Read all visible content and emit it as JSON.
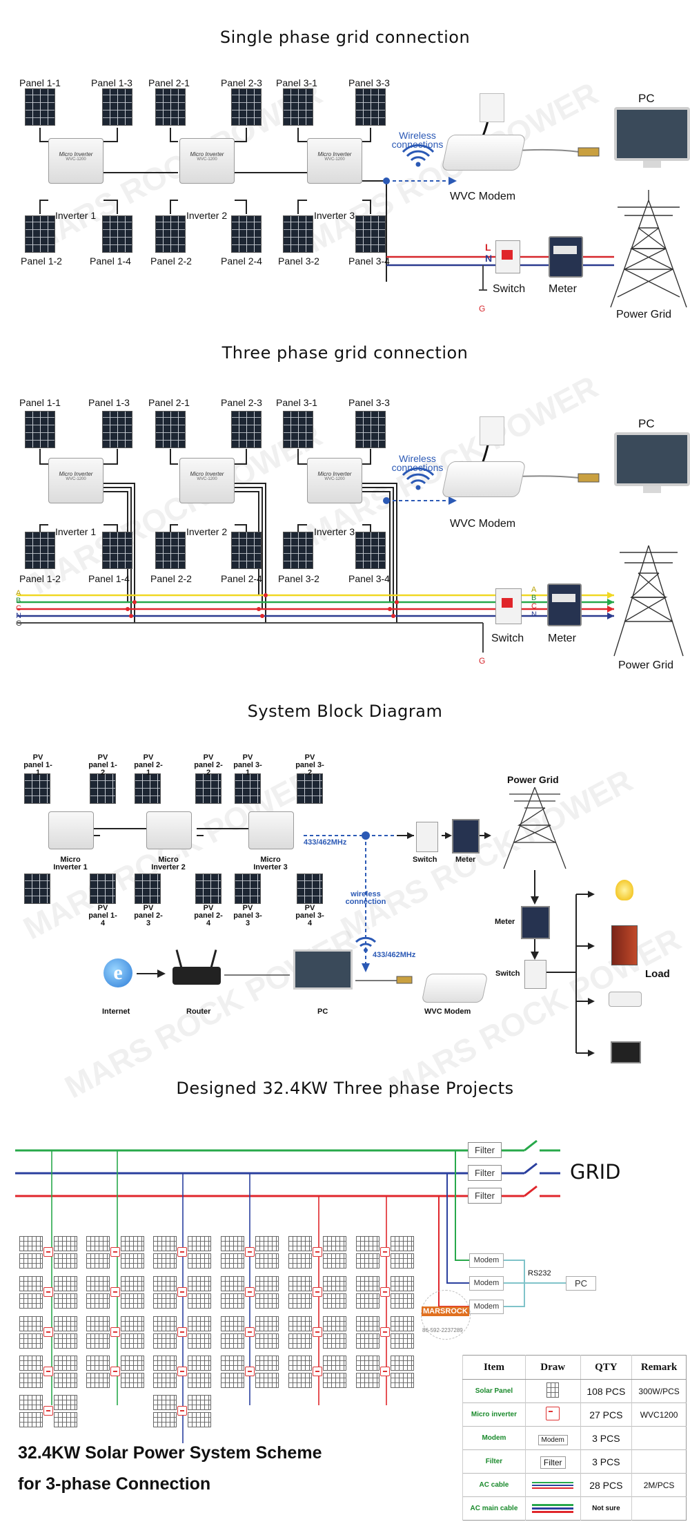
{
  "titles": {
    "single": "Single phase grid connection",
    "three": "Three phase grid connection",
    "block": "System Block Diagram",
    "project": "Designed 32.4KW Three phase Projects"
  },
  "watermark": "MARS ROCK POWER",
  "single": {
    "panels": [
      "Panel 1-1",
      "Panel 1-3",
      "Panel 2-1",
      "Panel 2-3",
      "Panel 3-1",
      "Panel 3-3",
      "Panel 1-2",
      "Panel 1-4",
      "Panel 2-2",
      "Panel 2-4",
      "Panel 3-2",
      "Panel 3-4"
    ],
    "inverters": [
      "Inverter 1",
      "Inverter 2",
      "Inverter 3"
    ],
    "inverter_text": "Micro Inverter",
    "inverter_model": "WVC-1200",
    "wireless": "Wireless connections",
    "modem": "WVC Modem",
    "pc": "PC",
    "switch": "Switch",
    "meter": "Meter",
    "grid": "Power Grid",
    "L": "L",
    "N": "N",
    "G": "G"
  },
  "three": {
    "panels": [
      "Panel 1-1",
      "Panel 1-3",
      "Panel 2-1",
      "Panel 2-3",
      "Panel 3-1",
      "Panel 3-3",
      "Panel 1-2",
      "Panel 1-4",
      "Panel 2-2",
      "Panel 2-4",
      "Panel 3-2",
      "Panel 3-4"
    ],
    "inverters": [
      "Inverter 1",
      "Inverter 2",
      "Inverter 3"
    ],
    "inverter_text": "Micro Inverter",
    "inverter_model": "WVC-1200",
    "wireless": "Wireless connections",
    "modem": "WVC Modem",
    "pc": "PC",
    "switch": "Switch",
    "meter": "Meter",
    "grid": "Power Grid",
    "lines": [
      "A",
      "B",
      "C",
      "N",
      "G"
    ],
    "G": "G"
  },
  "block": {
    "panels": [
      "PV panel 1-1",
      "PV panel 1-2",
      "PV panel 2-1",
      "PV panel 2-2",
      "PV panel 3-1",
      "PV panel 3-2",
      "PV panel 1-4",
      "PV panel 2-3",
      "PV panel 2-4",
      "PV panel 3-3",
      "PV panel 3-4"
    ],
    "inverters": [
      "Micro Inverter 1",
      "Micro Inverter 2",
      "Micro Inverter 3"
    ],
    "freq": "433/462MHz",
    "wireless": "wireless connection",
    "switch": "Switch",
    "meter": "Meter",
    "grid": "Power Grid",
    "load": "Load",
    "internet": "Internet",
    "router": "Router",
    "pc": "PC",
    "modem": "WVC Modem"
  },
  "project": {
    "filters": [
      "Filter",
      "Filter",
      "Filter"
    ],
    "grid": "GRID",
    "modems": [
      "Modem",
      "Modem",
      "Modem"
    ],
    "rs232": "RS232",
    "pc": "PC",
    "brand": "MARSROCK",
    "brand_phone": "86-592-2237289",
    "scheme_line1": "32.4KW Solar Power System Scheme",
    "scheme_line2": "for 3-phase Connection",
    "line_colors": {
      "green": "#27a84a",
      "blue": "#2a3f9e",
      "red": "#e0262b"
    },
    "table": {
      "headers": [
        "Item",
        "Draw",
        "QTY",
        "Remark"
      ],
      "rows": [
        {
          "item": "Solar Panel",
          "draw": "",
          "qty": "108 PCS",
          "remark": "300W/PCS"
        },
        {
          "item": "Micro inverter",
          "draw": "",
          "qty": "27 PCS",
          "remark": "WVC1200"
        },
        {
          "item": "Modem",
          "draw": "Modem",
          "qty": "3 PCS",
          "remark": ""
        },
        {
          "item": "Filter",
          "draw": "Filter",
          "qty": "3 PCS",
          "remark": ""
        },
        {
          "item": "AC cable",
          "draw": "",
          "qty": "28 PCS",
          "remark": "2M/PCS"
        },
        {
          "item": "AC main cable",
          "draw": "",
          "qty": "Not sure",
          "remark": ""
        }
      ]
    }
  }
}
